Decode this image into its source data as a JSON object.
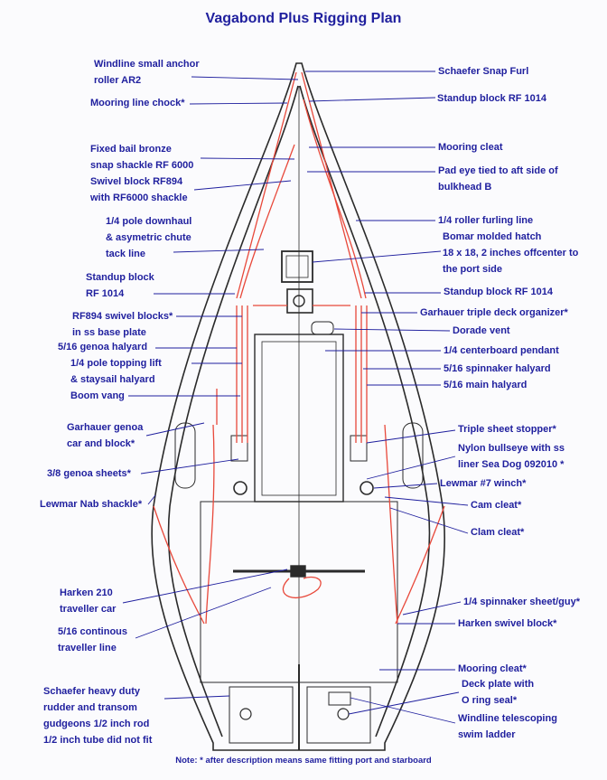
{
  "title": "Vagabond Plus Rigging Plan",
  "note": "Note: * after description means same fitting port and starboard",
  "labels_left": [
    {
      "id": "windline-roller",
      "text": "Windline small anchor\nroller AR2"
    },
    {
      "id": "mooring-chock",
      "text": "Mooring line chock*"
    },
    {
      "id": "fixed-bail",
      "text": "Fixed bail bronze\nsnap shackle RF 6000"
    },
    {
      "id": "swivel-block",
      "text": "Swivel block RF894\nwith RF6000 shackle"
    },
    {
      "id": "pole-downhaul",
      "text": "1/4 pole downhaul\n& asymetric chute\ntack line"
    },
    {
      "id": "standup-left",
      "text": "Standup block\nRF 1014"
    },
    {
      "id": "rf894-swivels",
      "text": "RF894 swivel blocks*\nin ss base plate"
    },
    {
      "id": "genoa-halyard",
      "text": "5/16 genoa halyard"
    },
    {
      "id": "pole-lift",
      "text": "1/4 pole topping lift\n& staysail halyard"
    },
    {
      "id": "boom-vang",
      "text": "Boom vang"
    },
    {
      "id": "genoa-car",
      "text": "Garhauer genoa\ncar and block*"
    },
    {
      "id": "genoa-sheets",
      "text": "3/8 genoa sheets*"
    },
    {
      "id": "nab-shackle",
      "text": "Lewmar Nab shackle*"
    },
    {
      "id": "traveller-car",
      "text": "Harken 210\ntraveller car"
    },
    {
      "id": "traveller-line",
      "text": "5/16 continous\ntraveller line"
    },
    {
      "id": "rudder-gudgeons",
      "text": "Schaefer heavy duty\nrudder and transom\ngudgeons 1/2 inch rod\n1/2 inch tube did not fit"
    }
  ],
  "labels_right": [
    {
      "id": "snap-furl",
      "text": "Schaefer Snap Furl"
    },
    {
      "id": "standup-right-top",
      "text": "Standup block RF 1014"
    },
    {
      "id": "mooring-cleat-fwd",
      "text": "Mooring cleat"
    },
    {
      "id": "pad-eye",
      "text": "Pad eye tied to aft side of\nbulkhead B"
    },
    {
      "id": "furling-line",
      "text": "1/4 roller furling line"
    },
    {
      "id": "bomar-hatch",
      "text": "Bomar molded hatch\n18 x 18, 2 inches offcenter to\nthe port side"
    },
    {
      "id": "standup-right",
      "text": "Standup block RF 1014"
    },
    {
      "id": "deck-organizer",
      "text": "Garhauer triple deck organizer*"
    },
    {
      "id": "dorade",
      "text": "Dorade vent"
    },
    {
      "id": "centerboard",
      "text": "1/4 centerboard pendant"
    },
    {
      "id": "spinnaker-halyard",
      "text": "5/16 spinnaker halyard"
    },
    {
      "id": "main-halyard",
      "text": "5/16 main halyard"
    },
    {
      "id": "sheet-stopper",
      "text": "Triple sheet stopper*"
    },
    {
      "id": "bullseye",
      "text": "Nylon bullseye with ss\nliner Sea Dog 092010 *"
    },
    {
      "id": "winch",
      "text": "Lewmar #7 winch*"
    },
    {
      "id": "cam-cleat",
      "text": "Cam cleat*"
    },
    {
      "id": "clam-cleat",
      "text": "Clam cleat*"
    },
    {
      "id": "spinnaker-sheet",
      "text": "1/4 spinnaker sheet/guy*"
    },
    {
      "id": "swivel-block-aft",
      "text": "Harken swivel block*"
    },
    {
      "id": "mooring-cleat-aft",
      "text": "Mooring cleat*"
    },
    {
      "id": "deck-plate",
      "text": "Deck plate with\nO ring seal*"
    },
    {
      "id": "swim-ladder",
      "text": "Windline telescoping\nswim ladder"
    }
  ],
  "colors": {
    "label": "#1f1f9e",
    "hull": "#2a2a2a",
    "rigging": "#e8483a",
    "leader": "#1f1f9e"
  }
}
